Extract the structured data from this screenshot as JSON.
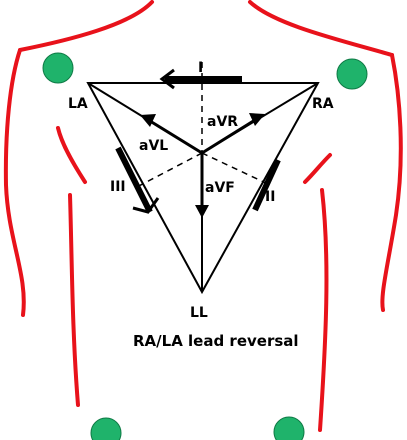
{
  "colors": {
    "body_outline": "#e8121b",
    "electrode": "#1fb36b",
    "electrode_stroke": "#0e7a45",
    "lines": "#000000",
    "background": "#ffffff"
  },
  "labels": {
    "la": "LA",
    "ra": "RA",
    "ll": "LL",
    "lead_i": "I",
    "lead_ii": "II",
    "lead_iii": "III",
    "avl": "aVL",
    "avr": "aVR",
    "avf": "aVF"
  },
  "caption": "RA/LA lead reversal",
  "icons": {
    "electrode": "filled-circle",
    "arrow": "arrowhead"
  }
}
